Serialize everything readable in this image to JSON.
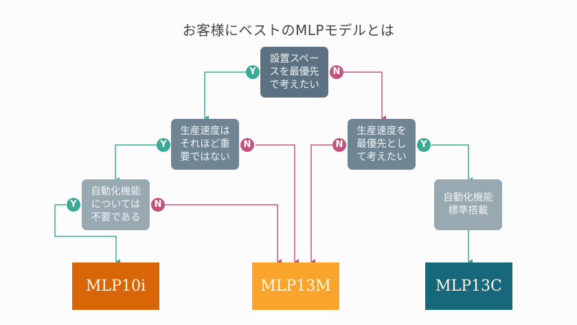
{
  "title": "お客様にベストのMLPモデルとは",
  "colors": {
    "yes": "#3aa996",
    "no": "#c0547c",
    "mlp10i": "#d96606",
    "mlp13m": "#f9a52c",
    "mlp13c": "#17687a"
  },
  "badges": {
    "yes": "Y",
    "no": "N"
  },
  "nodes": {
    "q1": "設置スペー\nスを最優先\nで考えたい",
    "q2_left": "生産速度は\nそれほど重\n要ではない",
    "q2_right": "生産速度を\n最優先とし\nて考えたい",
    "q3_left": "自動化機能\nについては\n不要である",
    "q3_right": "自動化機能\n標準搭載"
  },
  "results": {
    "mlp10i": "MLP10i",
    "mlp13m": "MLP13M",
    "mlp13c": "MLP13C"
  }
}
